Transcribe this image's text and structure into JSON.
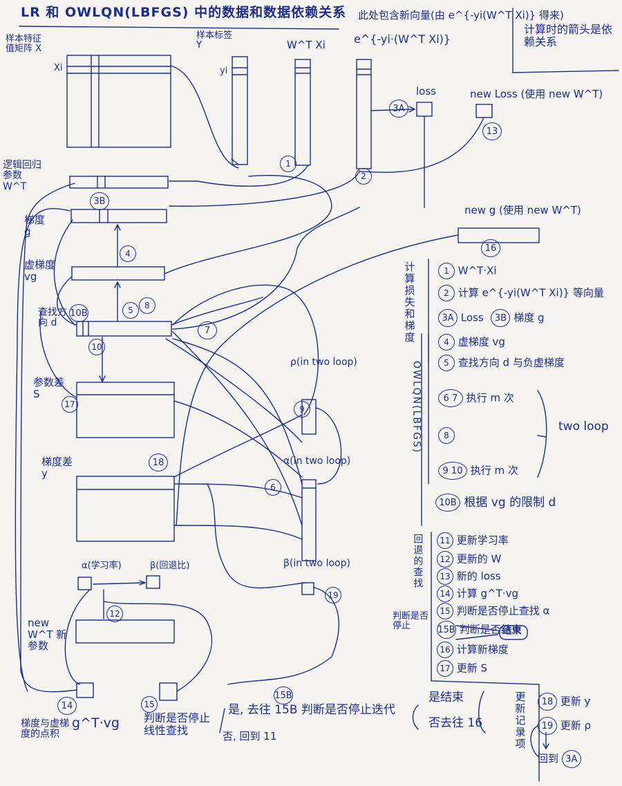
{
  "title": "LR 和 OWLQN(LBFGS) 中的数据和数据依赖关系",
  "legend_note": "计算时的箭头是依赖关系",
  "exp_vector_label": "此处包含新向量(由 e^{-yi(W^T Xi)} 得来)",
  "exp_formula": "e^{-yi·(W^T Xi)}",
  "nodes": {
    "x_matrix": "样本特征值矩阵 X",
    "x_i": "Xi",
    "y_label": "样本标签 Y",
    "y_i": "yi",
    "wtx_label": "W^T Xi",
    "loss": "loss",
    "new_loss": "new Loss (使用 new W^T)",
    "wt": "逻辑回归参数 W^T",
    "grad_g": "梯度 g",
    "new_g": "new g (使用 new W^T)",
    "virtual_grad": "虚梯度 vg",
    "direction": "查找方向 d",
    "s_diff": "参数差 S",
    "y_diff": "梯度差 y",
    "rho": "ρ(in two loop)",
    "alpha": "α(in two loop)",
    "beta": "β(in two loop)",
    "step_alpha": "α(学习率)",
    "backtrack_beta": "β(回退比)",
    "new_w": "new W^T 新参数",
    "gt_vg": "g^T·vg",
    "dot_label": "梯度与虚梯度的点积"
  },
  "circled": [
    "1",
    "2",
    "3A",
    "3B",
    "4",
    "5",
    "6",
    "7",
    "8",
    "9",
    "10",
    "10B",
    "11",
    "12",
    "13",
    "14",
    "15",
    "15B",
    "16",
    "17",
    "18",
    "19"
  ],
  "steps_header": "计算损失和梯度",
  "owlqn_label": "OWLQN(LBFGS)",
  "backtrack_header": "回退的查找",
  "stop_header": "判断是否停止",
  "update_header": "更新记录项",
  "two_loop": "two loop",
  "steps": [
    {
      "n": "1",
      "text": "W^T·Xi"
    },
    {
      "n": "2",
      "text": "计算 e^{-yi(W^T Xi)} 等向量"
    },
    {
      "n": "3A",
      "text": "Loss"
    },
    {
      "n": "3B",
      "text": "梯度 g"
    },
    {
      "n": "4",
      "text": "虚梯度 vg"
    },
    {
      "n": "5",
      "text": "查找方向 d 与负虚梯度"
    },
    {
      "n": "6 7",
      "text": "执行 m 次"
    },
    {
      "n": "8",
      "text": ""
    },
    {
      "n": "9 10",
      "text": "执行 m 次"
    },
    {
      "n": "10B",
      "text": "根据 vg 的限制 d"
    }
  ],
  "backtrack_steps": [
    {
      "n": "11",
      "text": "更新学习率"
    },
    {
      "n": "12",
      "text": "更新的 W"
    },
    {
      "n": "13",
      "text": "新的 loss"
    },
    {
      "n": "14",
      "text": "计算 g^T·vg"
    },
    {
      "n": "15",
      "text": "判断是否停止查找 α"
    },
    {
      "n": "15B",
      "text": "判断是否结束"
    },
    {
      "n": "16",
      "text": "计算新梯度"
    },
    {
      "n": "17",
      "text": "更新 S"
    }
  ],
  "update_steps": [
    {
      "n": "18",
      "text": "更新 y"
    },
    {
      "n": "19",
      "text": "更新 ρ"
    },
    {
      "n": "3A",
      "text": "回到"
    }
  ],
  "end_box": "结束",
  "bottom_text1": "判断是否停止线性查找",
  "bottom_text2": "是, 去往 15B 判断是否停止迭代",
  "bottom_text3": "否, 回到 11",
  "bottom_text4": "是结束",
  "bottom_text5": "否去往 16"
}
